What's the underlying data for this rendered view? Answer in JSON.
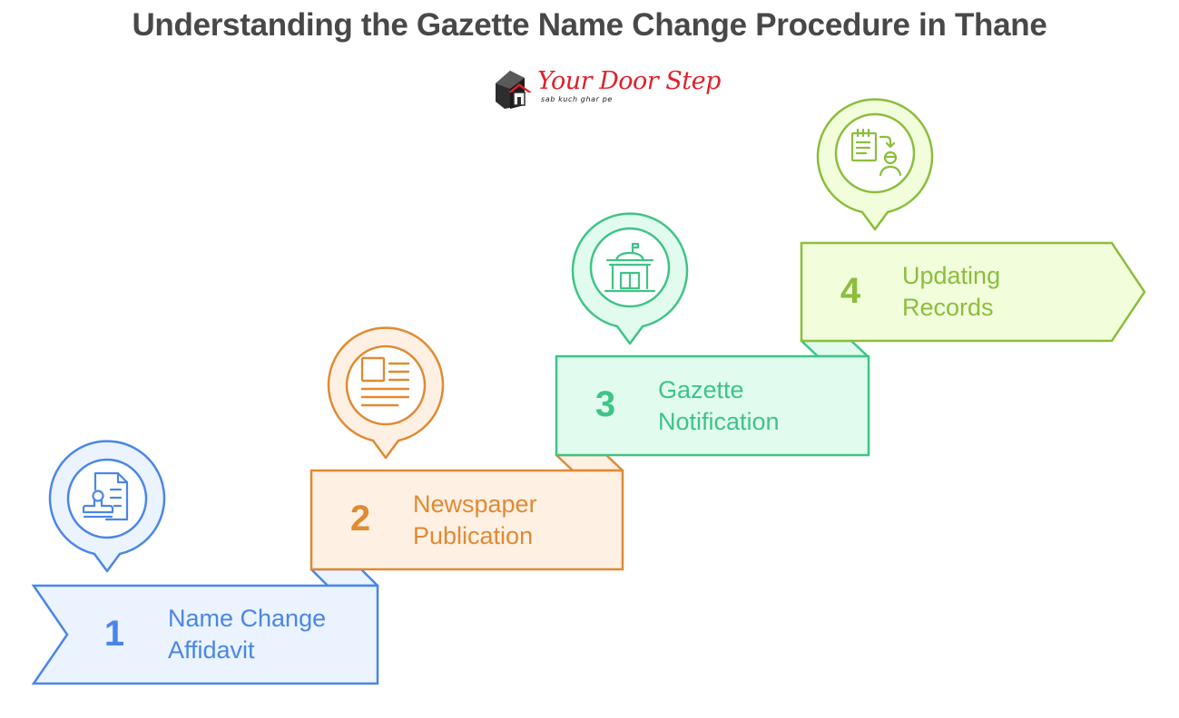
{
  "title": "Understanding the Gazette Name Change Procedure in Thane",
  "logo": {
    "brand": "Your Door Step",
    "tagline": "sab kuch ghar pe",
    "icon": "house-icon",
    "colors": {
      "brand_red": "#e0202a",
      "dark": "#333333"
    }
  },
  "steps": [
    {
      "number": "1",
      "line1": "Name Change",
      "line2": "Affidavit",
      "icon": "stamp-document-icon",
      "colors": {
        "stroke": "#4a86e8",
        "fill": "#ebf3fe",
        "text": "#4a86e8"
      }
    },
    {
      "number": "2",
      "line1": "Newspaper",
      "line2": "Publication",
      "icon": "newspaper-icon",
      "colors": {
        "stroke": "#e08a32",
        "fill": "#fef0e3",
        "text": "#e08a32"
      }
    },
    {
      "number": "3",
      "line1": "Gazette",
      "line2": "Notification",
      "icon": "government-building-icon",
      "colors": {
        "stroke": "#3fc486",
        "fill": "#e1fcef",
        "text": "#3fc486"
      }
    },
    {
      "number": "4",
      "line1": "Updating",
      "line2": "Records",
      "icon": "record-update-person-icon",
      "colors": {
        "stroke": "#8bbe3c",
        "fill": "#f2fddc",
        "text": "#8bbe3c"
      }
    }
  ]
}
